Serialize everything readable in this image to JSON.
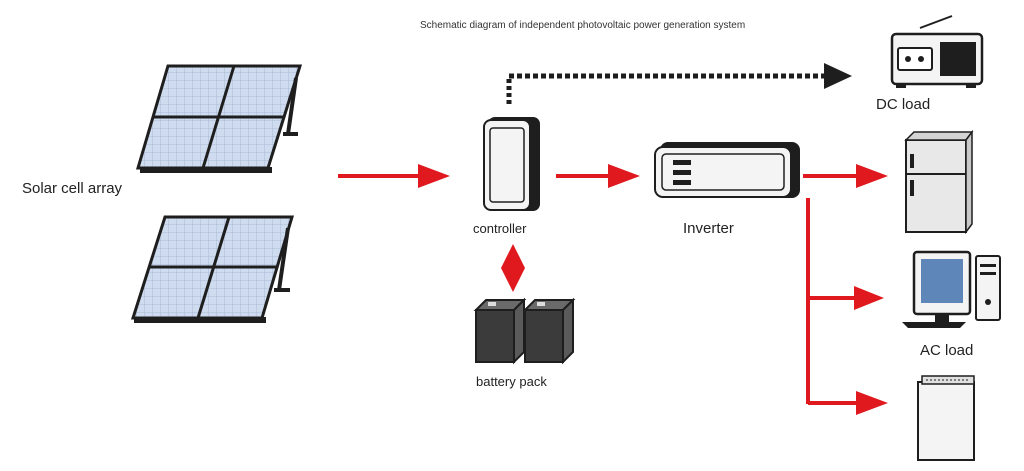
{
  "title": "Schematic diagram of independent photovoltaic power generation system",
  "labels": {
    "solar": "Solar cell array",
    "controller": "controller",
    "inverter": "Inverter",
    "battery": "battery pack",
    "dc_load": "DC load",
    "ac_load": "AC load"
  },
  "colors": {
    "arrow": "#e0191f",
    "panel_cell": "#c9d6ea",
    "panel_frame": "#1e1e1e",
    "device_fill": "#f4f4f4",
    "battery_fill": "#3b3b3b"
  }
}
